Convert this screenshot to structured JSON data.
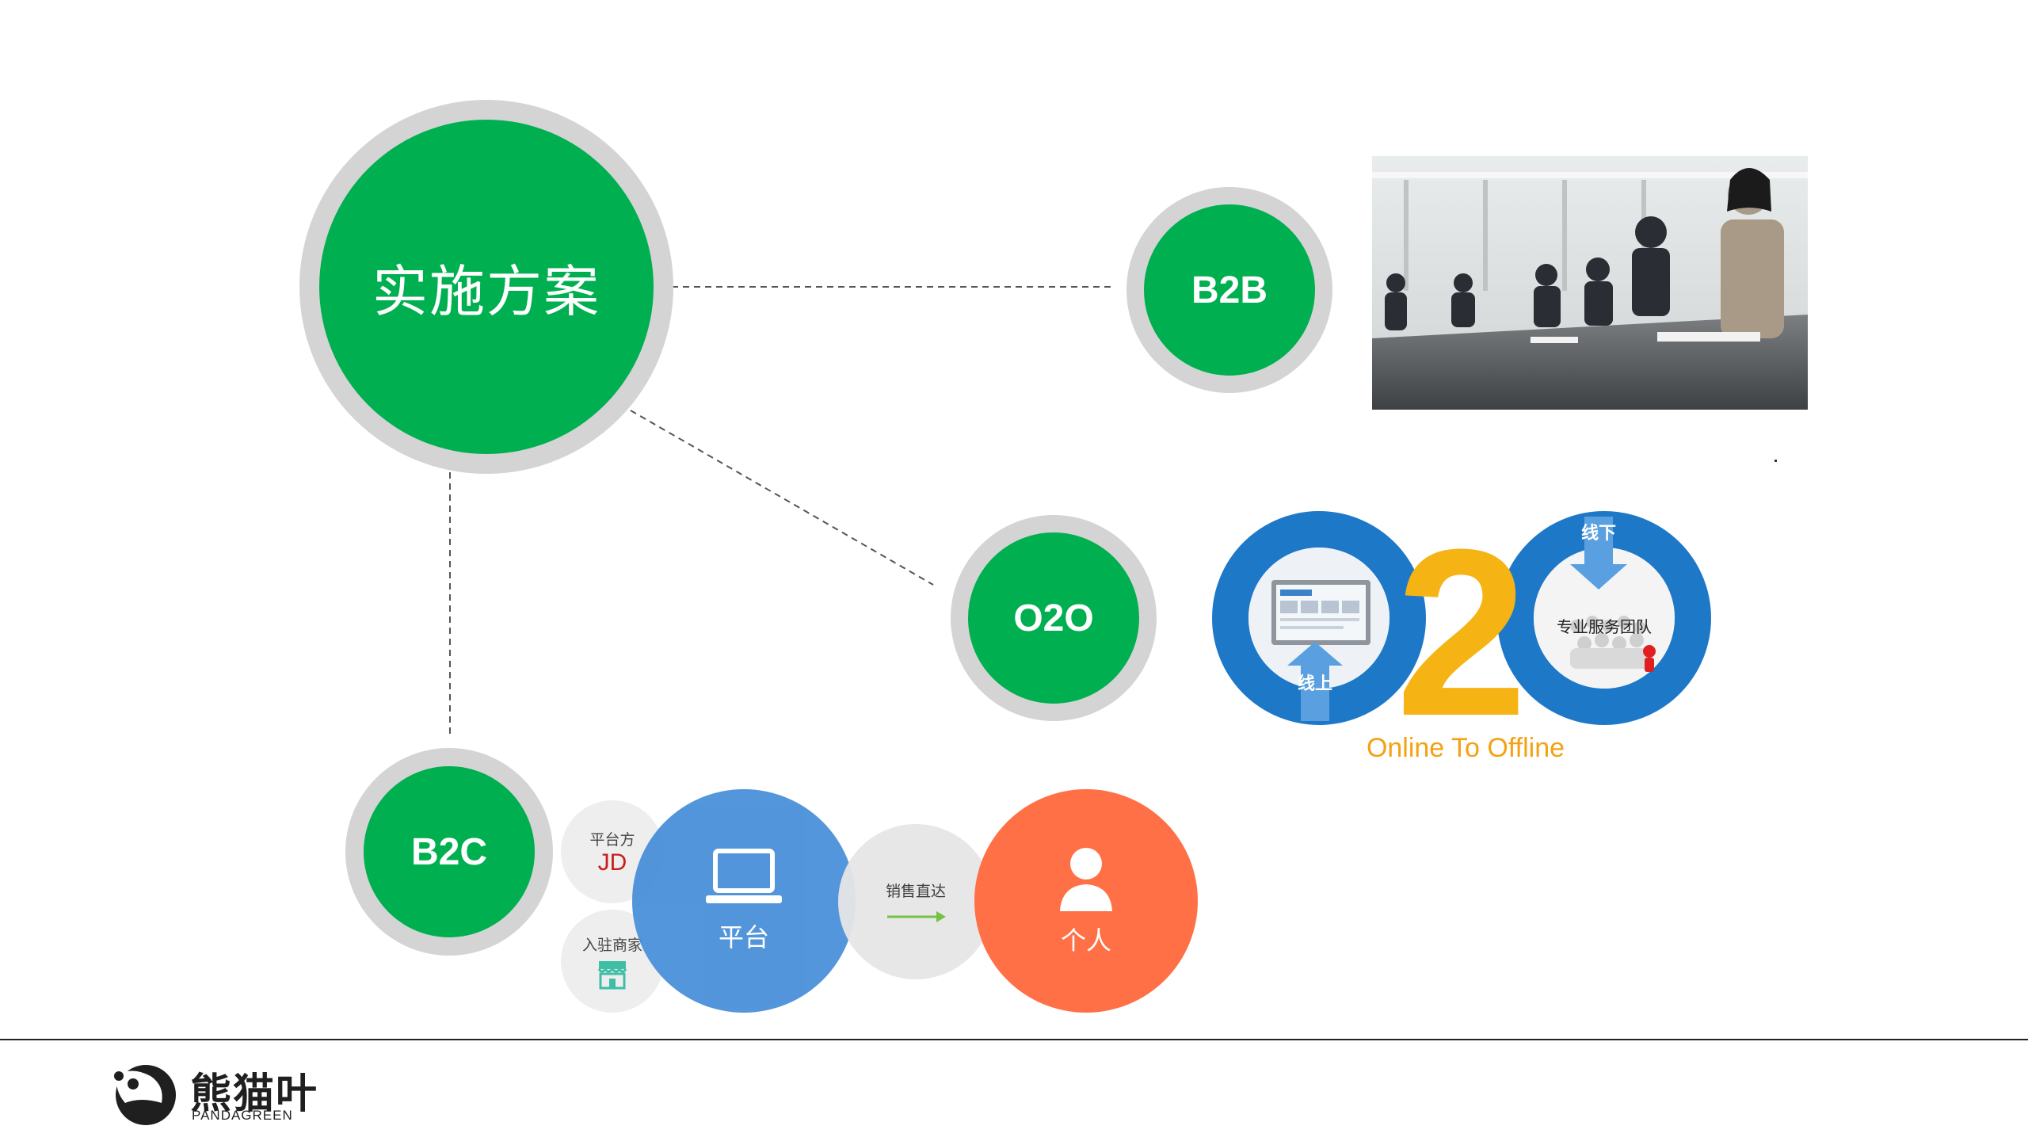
{
  "main": {
    "label": "实施方案"
  },
  "nodes": {
    "b2b": "B2B",
    "o2o": "O2O",
    "b2c": "B2C"
  },
  "o2o_graphic": {
    "online": "线上",
    "offline": "线下",
    "team": "专业服务团队",
    "caption": "Online To Offline"
  },
  "b2c_diagram": {
    "platform_side": "平台方",
    "jd": "JD",
    "merchant": "入驻商家",
    "platform": "平台",
    "direct_sales": "销售直达",
    "individual": "个人"
  },
  "colors": {
    "green": "#00b050",
    "ring": "#d4d4d4",
    "blue": "#4a90d9",
    "orange": "#ff7046",
    "o2o_blue": "#1e78c8",
    "o2o_yellow": "#f5b414"
  },
  "footer": {
    "brand_cn": "熊猫叶",
    "brand_en": "PANDAGREEN"
  }
}
